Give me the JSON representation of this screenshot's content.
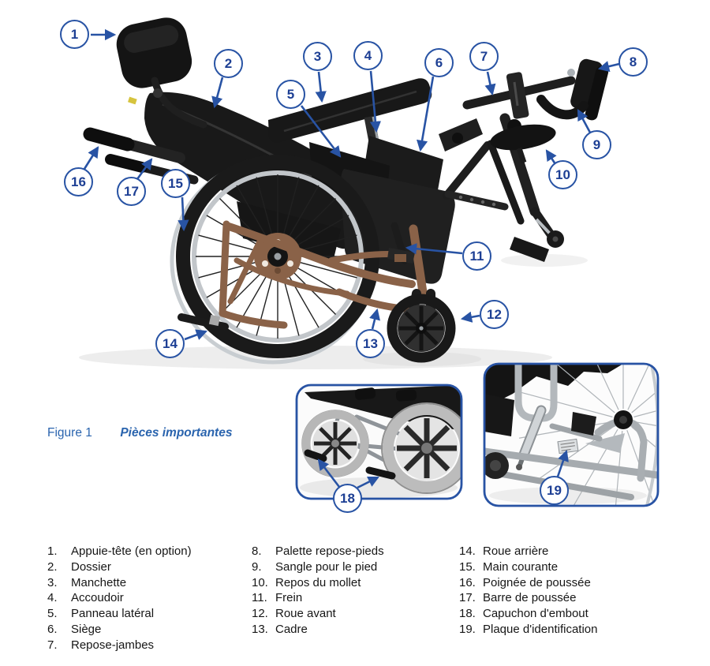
{
  "figure": {
    "label": "Figure 1",
    "title": "Pièces importantes"
  },
  "colors": {
    "callout-blue": "#2853a4",
    "caption-blue": "#2a64ae"
  },
  "callouts": [
    {
      "num": "1"
    },
    {
      "num": "2"
    },
    {
      "num": "3"
    },
    {
      "num": "4"
    },
    {
      "num": "5"
    },
    {
      "num": "6"
    },
    {
      "num": "7"
    },
    {
      "num": "8"
    },
    {
      "num": "9"
    },
    {
      "num": "10"
    },
    {
      "num": "11"
    },
    {
      "num": "12"
    },
    {
      "num": "13"
    },
    {
      "num": "14"
    },
    {
      "num": "15"
    },
    {
      "num": "16"
    },
    {
      "num": "17"
    },
    {
      "num": "18"
    },
    {
      "num": "19"
    }
  ],
  "legend": {
    "columns": [
      {
        "items": [
          {
            "num": "1.",
            "label": "Appuie-tête (en option)"
          },
          {
            "num": "2.",
            "label": "Dossier"
          },
          {
            "num": "3.",
            "label": "Manchette"
          },
          {
            "num": "4.",
            "label": "Accoudoir"
          },
          {
            "num": "5.",
            "label": "Panneau latéral"
          },
          {
            "num": "6.",
            "label": "Siège"
          },
          {
            "num": "7.",
            "label": "Repose-jambes"
          }
        ]
      },
      {
        "items": [
          {
            "num": "8.",
            "label": "Palette repose-pieds"
          },
          {
            "num": "9.",
            "label": "Sangle pour le pied"
          },
          {
            "num": "10.",
            "label": "Repos du mollet"
          },
          {
            "num": "11.",
            "label": "Frein"
          },
          {
            "num": "12.",
            "label": "Roue avant"
          },
          {
            "num": "13.",
            "label": "Cadre"
          }
        ]
      },
      {
        "items": [
          {
            "num": "14.",
            "label": "Roue arrière"
          },
          {
            "num": "15.",
            "label": "Main courante"
          },
          {
            "num": "16.",
            "label": "Poignée de poussée"
          },
          {
            "num": "17.",
            "label": "Barre de poussée"
          },
          {
            "num": "18.",
            "label": "Capuchon d'embout"
          },
          {
            "num": "19.",
            "label": "Plaque d'identification"
          }
        ]
      }
    ]
  }
}
